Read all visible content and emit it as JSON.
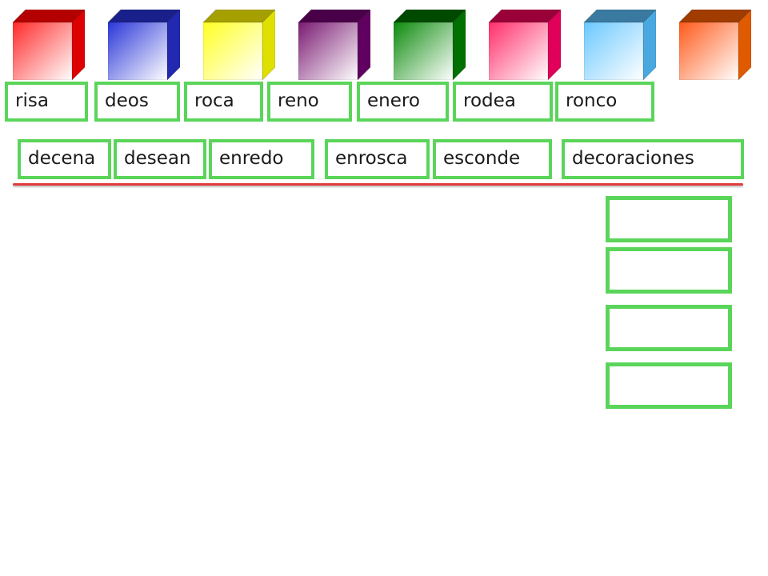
{
  "cubes": [
    {
      "name": "red",
      "front": "#ff2a2a",
      "top": "#b40000",
      "side": "#dd0000"
    },
    {
      "name": "blue",
      "front": "#2a36d8",
      "top": "#1a208a",
      "side": "#2228b0"
    },
    {
      "name": "yellow",
      "front": "#ffff22",
      "top": "#a5a000",
      "side": "#e0e000"
    },
    {
      "name": "purple",
      "front": "#7a1a72",
      "top": "#4a0048",
      "side": "#600060"
    },
    {
      "name": "green",
      "front": "#0c8a0c",
      "top": "#004a00",
      "side": "#007000"
    },
    {
      "name": "pink",
      "front": "#ff2e6a",
      "top": "#9a0038",
      "side": "#e0005a"
    },
    {
      "name": "light-blue",
      "front": "#6ac8ff",
      "top": "#3a7aa0",
      "side": "#4aa8e0"
    },
    {
      "name": "orange",
      "front": "#ff5a1a",
      "top": "#a03c00",
      "side": "#e05a00"
    }
  ],
  "words_row1": [
    "risa",
    "deos",
    "roca",
    "reno",
    "enero",
    "rodea",
    "ronco"
  ],
  "words_row2": [
    "decena",
    "desean",
    "enredo",
    "enrosca",
    "esconde",
    "decoraciones"
  ],
  "drop_zones": [
    "",
    "",
    "",
    ""
  ],
  "colors": {
    "word_border": "#5ad55a",
    "divider": "#e03c3c"
  }
}
